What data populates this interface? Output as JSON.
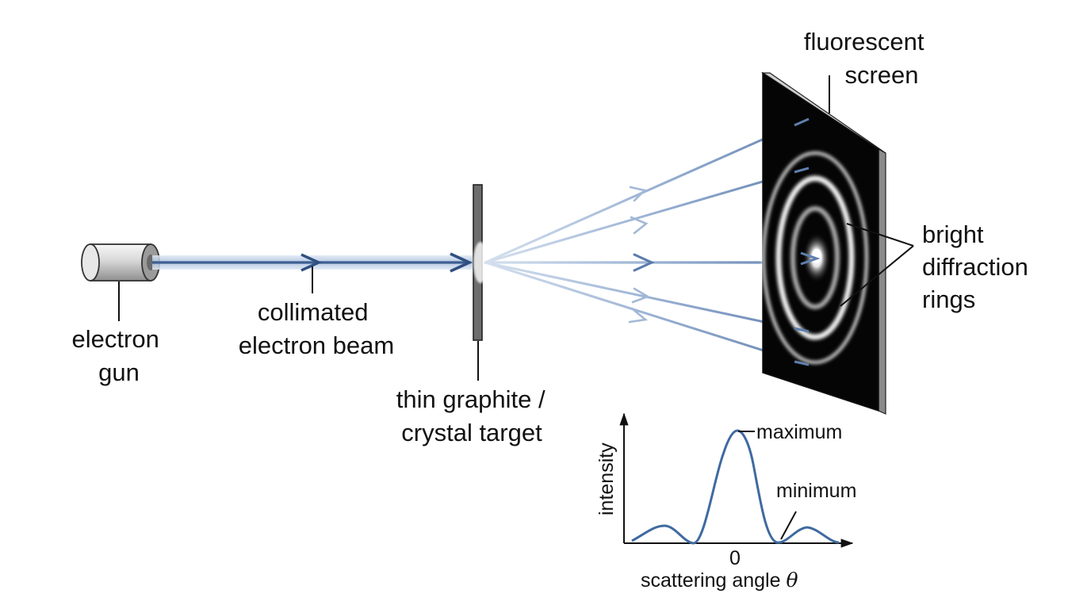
{
  "labels": {
    "electron_gun": [
      "electron",
      "gun"
    ],
    "beam": [
      "collimated",
      "electron beam"
    ],
    "target": [
      "thin graphite /",
      "crystal target"
    ],
    "screen": [
      "fluorescent",
      "screen"
    ],
    "rings": [
      "bright",
      "diffraction",
      "rings"
    ]
  },
  "inset": {
    "y_axis_label": "intensity",
    "x_tick": "0",
    "x_axis_label_text": "scattering angle ",
    "x_axis_symbol": "θ",
    "maximum_label": "maximum",
    "minimum_label": "minimum"
  },
  "colors": {
    "beam": "#3d5f92",
    "beam_glow": "#b9cbe3",
    "screen": "#050505",
    "curve": "#3f6aa0"
  }
}
